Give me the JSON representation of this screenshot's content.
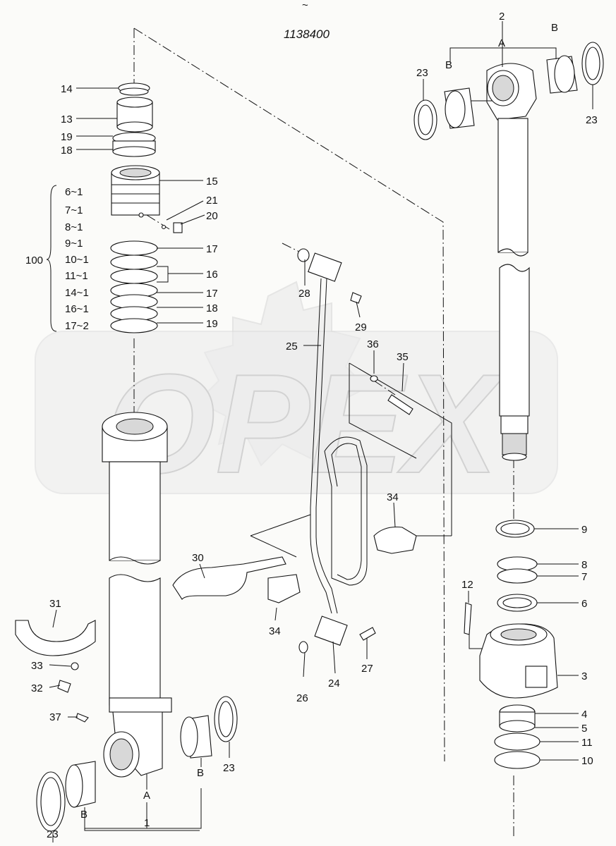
{
  "drawing_number": "1138400",
  "watermark": "OPEX",
  "labels": {
    "p1": "1",
    "p2": "2",
    "p3": "3",
    "p4": "4",
    "p5": "5",
    "p6": "6",
    "p7": "7",
    "p8": "8",
    "p9": "9",
    "p10": "10",
    "p11": "11",
    "p12": "12",
    "p13": "13",
    "p14": "14",
    "p15": "15",
    "p16": "16",
    "p17a": "17",
    "p17b": "17",
    "p18a": "18",
    "p18b": "18",
    "p19a": "19",
    "p19b": "19",
    "p20": "20",
    "p21": "21",
    "p23a": "23",
    "p23b": "23",
    "p23c": "23",
    "p23d": "23",
    "p24": "24",
    "p25": "25",
    "p26": "26",
    "p27": "27",
    "p28": "28",
    "p29": "29",
    "p30": "30",
    "p31": "31",
    "p32": "32",
    "p33": "33",
    "p34a": "34",
    "p34b": "34",
    "p35": "35",
    "p36": "36",
    "p37": "37",
    "p100": "100",
    "A1": "A",
    "A2": "A",
    "B1": "B",
    "B2": "B",
    "B3": "B",
    "B4": "B"
  },
  "kit_list": [
    "6~1",
    "7~1",
    "8~1",
    "9~1",
    "10~1",
    "11~1",
    "14~1",
    "16~1",
    "17~2"
  ]
}
